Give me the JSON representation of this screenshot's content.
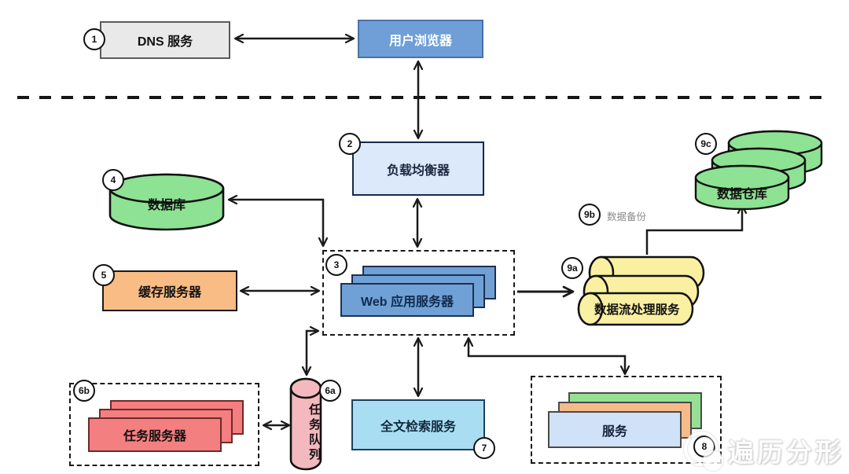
{
  "diagram": {
    "nodes": {
      "dns": {
        "badge": "1",
        "label": "DNS 服务"
      },
      "browser": {
        "label": "用户浏览器"
      },
      "load_balancer": {
        "badge": "2",
        "label": "负载均衡器"
      },
      "web_app_servers": {
        "badge": "3",
        "label": "Web 应用服务器"
      },
      "database": {
        "badge": "4",
        "label": "数据库"
      },
      "cache_server": {
        "badge": "5",
        "label": "缓存服务器"
      },
      "task_queue": {
        "badge": "6a",
        "label": "任务队列"
      },
      "task_servers": {
        "badge": "6b",
        "label": "任务服务器"
      },
      "fulltext_search": {
        "badge": "7",
        "label": "全文检索服务"
      },
      "services": {
        "badge": "8",
        "label": "服务"
      },
      "stream_processing": {
        "badge": "9a",
        "label": "数据流处理服务"
      },
      "data_backup": {
        "badge": "9b",
        "label": "数据备份"
      },
      "data_warehouse": {
        "badge": "9c",
        "label": "数据仓库"
      }
    },
    "watermark": {
      "text": "遍历分形"
    },
    "colors": {
      "dns_fill": "#e9e9e9",
      "dns_border": "#5a5a5a",
      "browser_fill": "#6f9fd6",
      "browser_border": "#4a72a8",
      "load_balancer_fill": "#dbe9fb",
      "load_balancer_border": "#16294e",
      "web_app_fill": "#6fa1d6",
      "web_app_border": "#1d3050",
      "database_fill": "#8ee293",
      "cache_fill": "#f9bc84",
      "task_queue_fill": "#f3b9be",
      "task_server_fill": "#f47f80",
      "task_server_border": "#6d2a2a",
      "fulltext_fill": "#a9def2",
      "fulltext_border": "#1d3f5e",
      "service_front_fill": "#cfe2f7",
      "service_mid_fill": "#f6bb8b",
      "service_back_fill": "#95e093",
      "stream_fill": "#f9f0a2",
      "warehouse_fill": "#8ee293",
      "line": "#1a1a1a"
    }
  }
}
